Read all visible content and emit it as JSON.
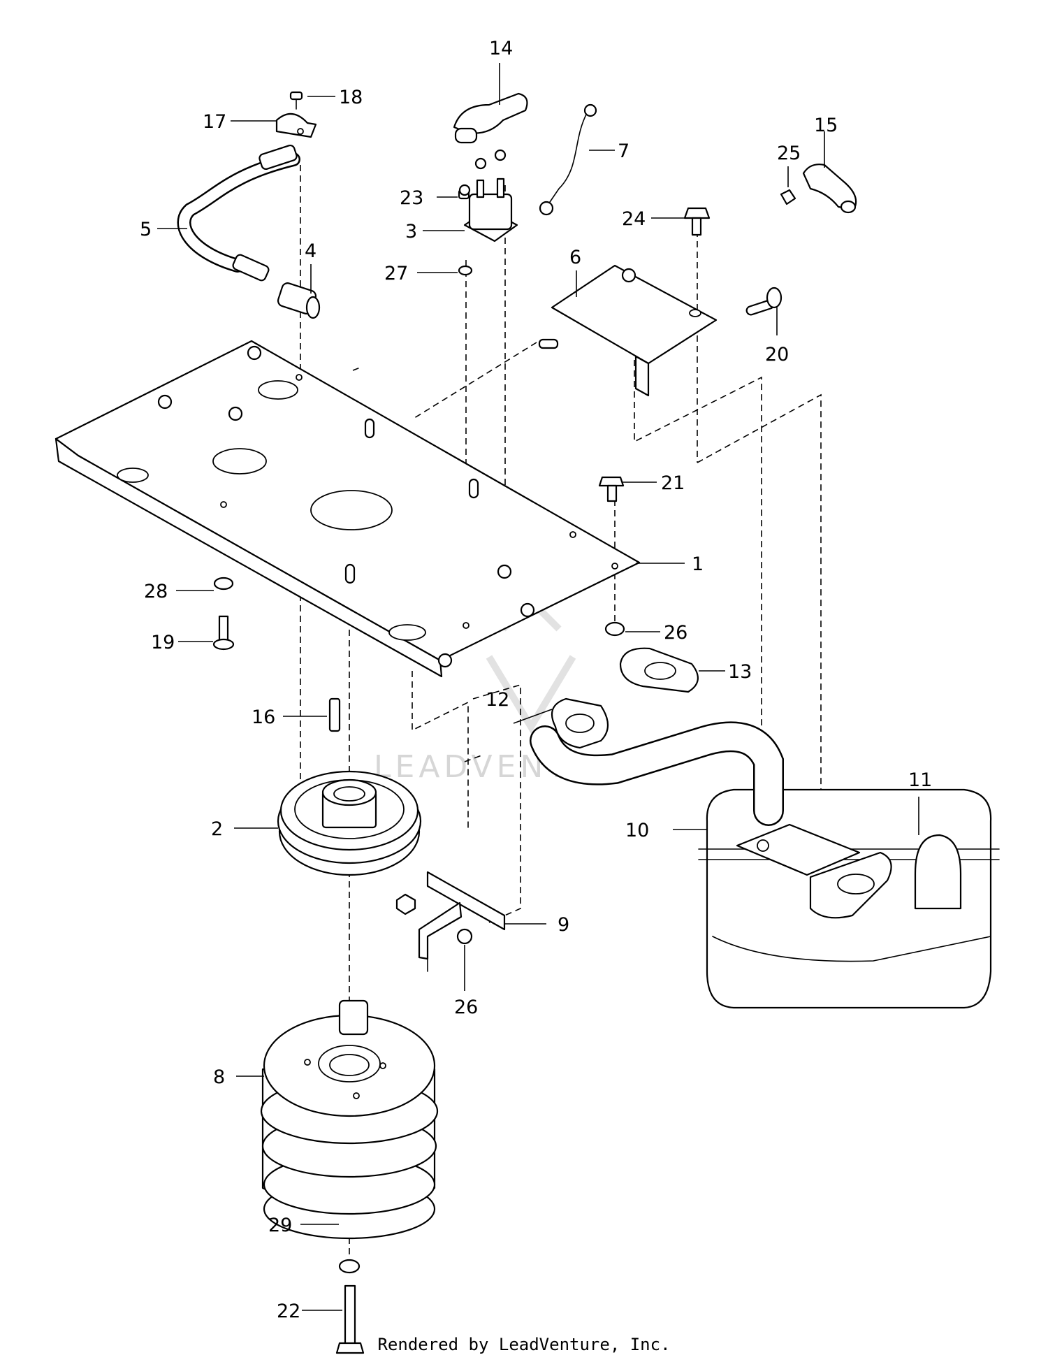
{
  "footer": "Rendered by LeadVenture, Inc.",
  "watermark": "LEADVENTURE",
  "colors": {
    "line": "#000000",
    "background": "#ffffff",
    "watermark": "#d6d6d6"
  },
  "callouts": [
    {
      "id": "c1",
      "label": "1"
    },
    {
      "id": "c2",
      "label": "2"
    },
    {
      "id": "c3",
      "label": "3"
    },
    {
      "id": "c4",
      "label": "4"
    },
    {
      "id": "c5",
      "label": "5"
    },
    {
      "id": "c6",
      "label": "6"
    },
    {
      "id": "c7",
      "label": "7"
    },
    {
      "id": "c8",
      "label": "8"
    },
    {
      "id": "c9",
      "label": "9"
    },
    {
      "id": "c10",
      "label": "10"
    },
    {
      "id": "c11",
      "label": "11"
    },
    {
      "id": "c12",
      "label": "12"
    },
    {
      "id": "c13",
      "label": "13"
    },
    {
      "id": "c14",
      "label": "14"
    },
    {
      "id": "c15",
      "label": "15"
    },
    {
      "id": "c16",
      "label": "16"
    },
    {
      "id": "c17",
      "label": "17"
    },
    {
      "id": "c18",
      "label": "18"
    },
    {
      "id": "c19",
      "label": "19"
    },
    {
      "id": "c20",
      "label": "20"
    },
    {
      "id": "c21",
      "label": "21"
    },
    {
      "id": "c22",
      "label": "22"
    },
    {
      "id": "c23",
      "label": "23"
    },
    {
      "id": "c24",
      "label": "24"
    },
    {
      "id": "c25",
      "label": "25"
    },
    {
      "id": "c26a",
      "label": "26"
    },
    {
      "id": "c26b",
      "label": "26"
    },
    {
      "id": "c27",
      "label": "27"
    },
    {
      "id": "c28",
      "label": "28"
    },
    {
      "id": "c29",
      "label": "29"
    }
  ]
}
